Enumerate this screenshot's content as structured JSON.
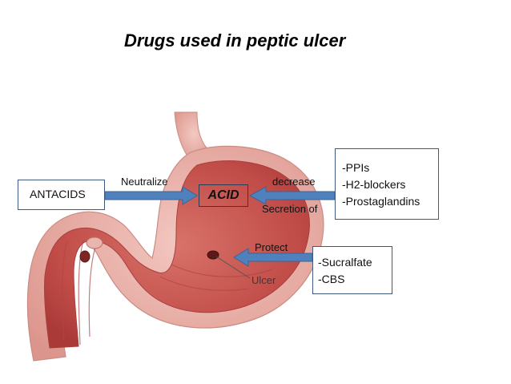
{
  "title": "Drugs used in peptic ulcer",
  "illustration": {
    "ulcer_label": "Ulcer"
  },
  "center": {
    "acid_label": "ACID"
  },
  "left": {
    "box_label": "ANTACIDS",
    "arrow_label": "Neutralize"
  },
  "right_top": {
    "arrow_label_top": "decrease",
    "arrow_label_bottom": "Secretion of",
    "drugs": [
      "-PPIs",
      "-H2-blockers",
      "-Prostaglandins"
    ]
  },
  "right_bottom": {
    "arrow_label": "Protect",
    "drugs": [
      "-Sucralfate",
      "-CBS"
    ]
  },
  "colors": {
    "arrow_fill": "#4f81bd",
    "arrow_stroke": "#3b6496",
    "box_border": "#3d5a80",
    "stomach_outer": "#e7a7a0",
    "stomach_inner": "#c9524f"
  }
}
